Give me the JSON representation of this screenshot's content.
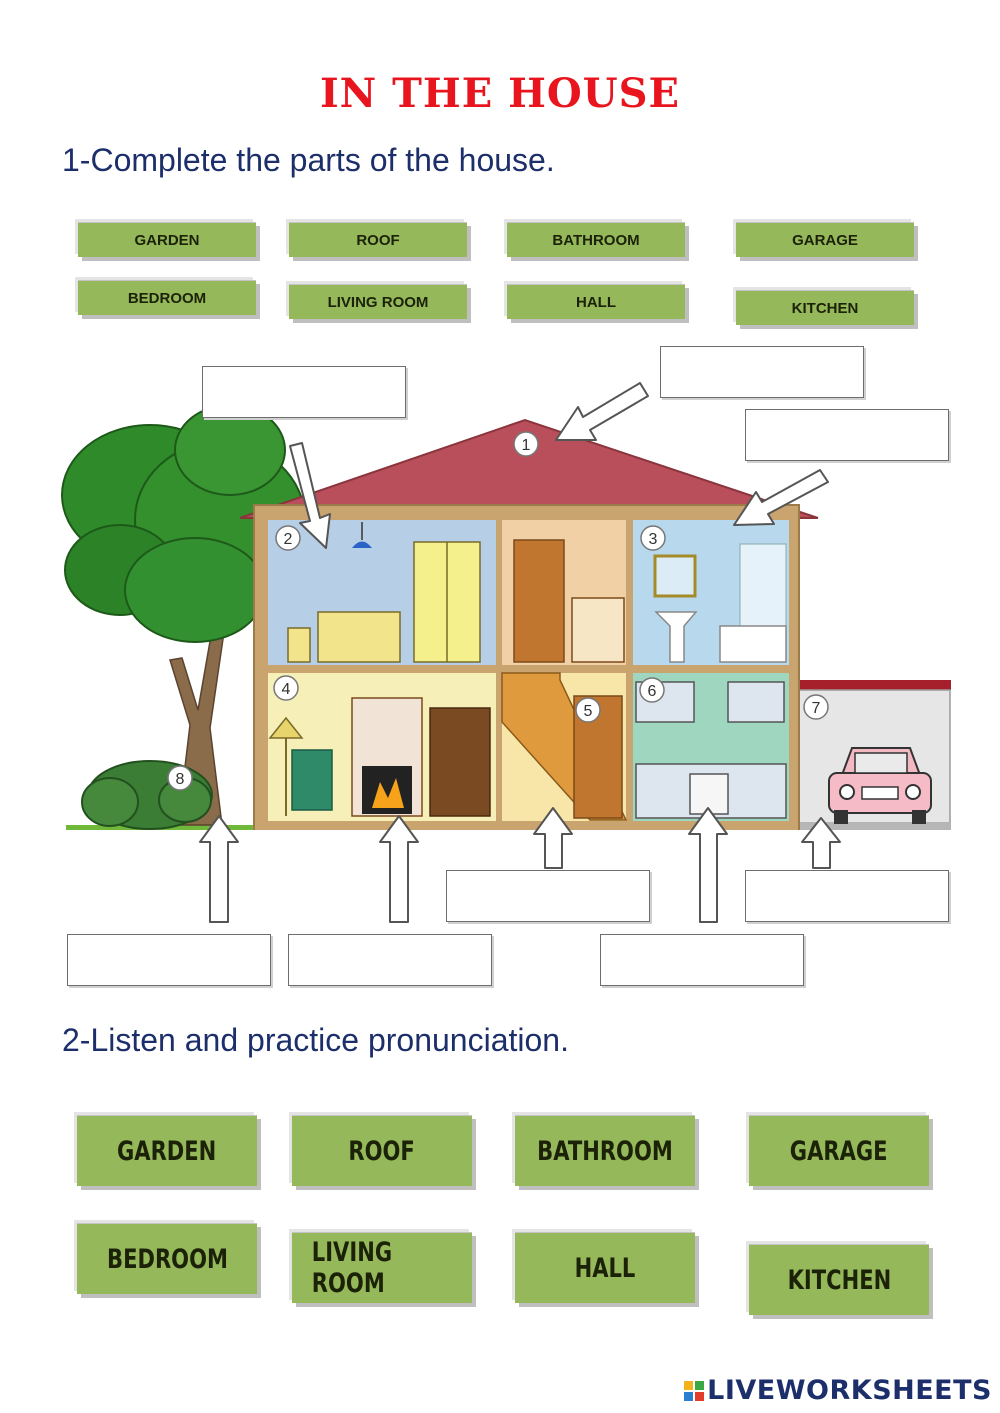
{
  "title": "IN THE HOUSE",
  "section1": {
    "heading": "1-Complete the parts of the house."
  },
  "section2": {
    "heading": "2-Listen and practice pronunciation."
  },
  "word_bank": [
    "GARDEN",
    "ROOF",
    "BATHROOM",
    "GARAGE",
    "BEDROOM",
    "LIVING ROOM",
    "HALL",
    "KITCHEN"
  ],
  "pronunciation_words": [
    "GARDEN",
    "ROOF",
    "BATHROOM",
    "GARAGE",
    "BEDROOM",
    "LIVING ROOM",
    "HALL",
    "KITCHEN"
  ],
  "answer_boxes": [
    {
      "value": "",
      "placeholder": ""
    },
    {
      "value": "",
      "placeholder": ""
    },
    {
      "value": "",
      "placeholder": ""
    },
    {
      "value": "",
      "placeholder": ""
    },
    {
      "value": "",
      "placeholder": ""
    },
    {
      "value": "",
      "placeholder": ""
    },
    {
      "value": "",
      "placeholder": ""
    },
    {
      "value": "",
      "placeholder": ""
    }
  ],
  "markers": [
    "1",
    "2",
    "3",
    "4",
    "5",
    "6",
    "7",
    "8"
  ],
  "brand": {
    "name": "LIVEWORKSHEETS",
    "letters": [
      "L",
      "W"
    ]
  },
  "colors": {
    "title": "#e8141e",
    "heading": "#1c2f6b",
    "tile": "#94b85a",
    "roof": "#b94f5a"
  }
}
